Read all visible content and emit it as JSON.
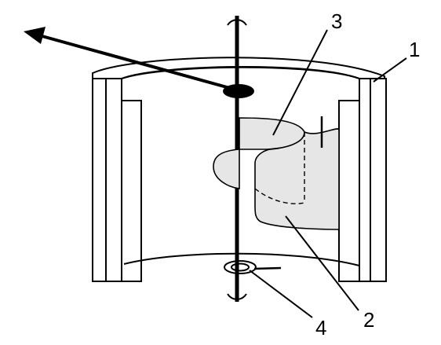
{
  "labels": {
    "l1": "1",
    "l2": "2",
    "l3": "3",
    "l4": "4"
  },
  "colors": {
    "line": "#000000",
    "vane_fill": "#e6e6e6",
    "background": "#ffffff"
  }
}
